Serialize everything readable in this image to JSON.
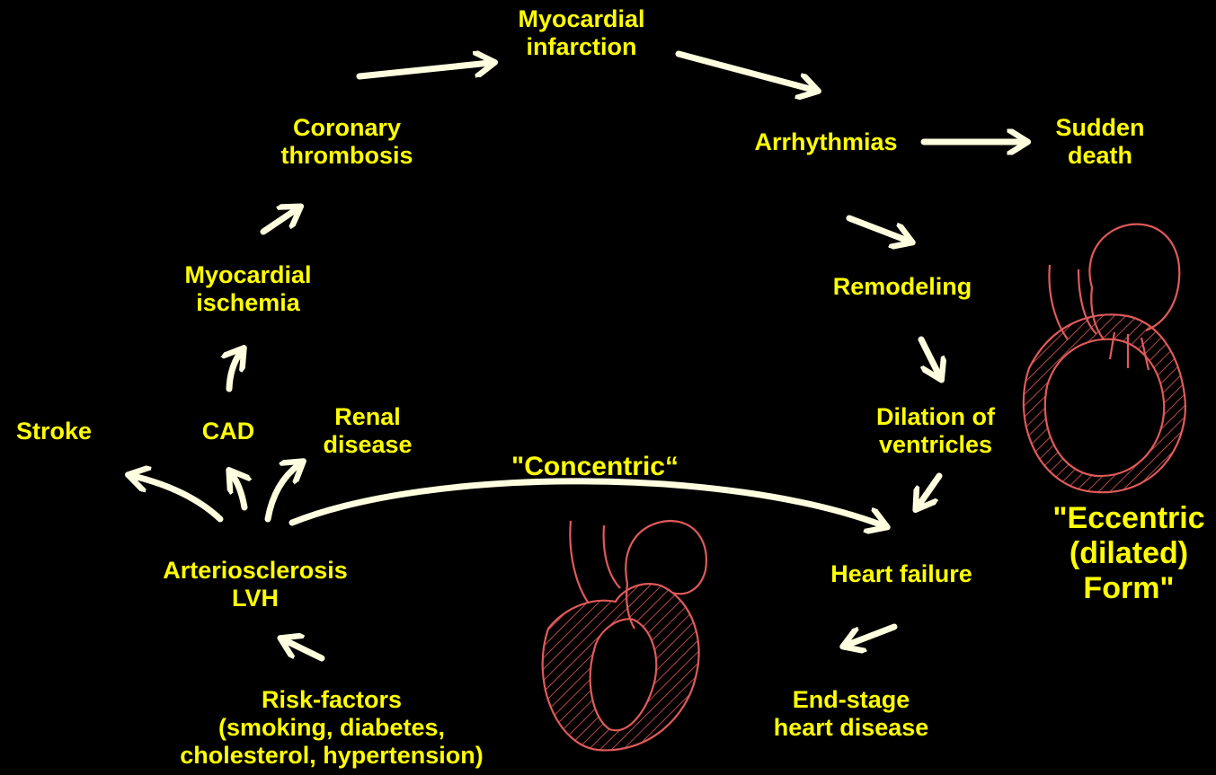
{
  "colors": {
    "background": "#000000",
    "text": "#ffff00",
    "arrow": "#ffffe0",
    "heart": "#e05a5a"
  },
  "nodes": {
    "myocardial_infarction": [
      "Myocardial",
      "infarction"
    ],
    "arrhythmias": [
      "Arrhythmias"
    ],
    "sudden_death": [
      "Sudden",
      "death"
    ],
    "coronary_thrombosis": [
      "Coronary",
      "thrombosis"
    ],
    "myocardial_ischemia": [
      "Myocardial",
      "ischemia"
    ],
    "remodeling": [
      "Remodeling"
    ],
    "stroke": [
      "Stroke"
    ],
    "cad": [
      "CAD"
    ],
    "renal_disease": [
      "Renal",
      "disease"
    ],
    "dilation": [
      "Dilation of",
      "ventricles"
    ],
    "concentric": [
      "\"Concentric“"
    ],
    "eccentric": [
      "\"Eccentric",
      "(dilated)",
      "Form\""
    ],
    "arteriosclerosis": [
      "Arteriosclerosis",
      "LVH"
    ],
    "heart_failure": [
      "Heart failure"
    ],
    "risk_factors": [
      "Risk-factors",
      "(smoking, diabetes,",
      "cholesterol, hypertension)"
    ],
    "end_stage": [
      "End-stage",
      "heart disease"
    ]
  },
  "icons": {
    "heart_concentric": "concentric-heart-icon",
    "heart_eccentric": "eccentric-heart-icon"
  }
}
